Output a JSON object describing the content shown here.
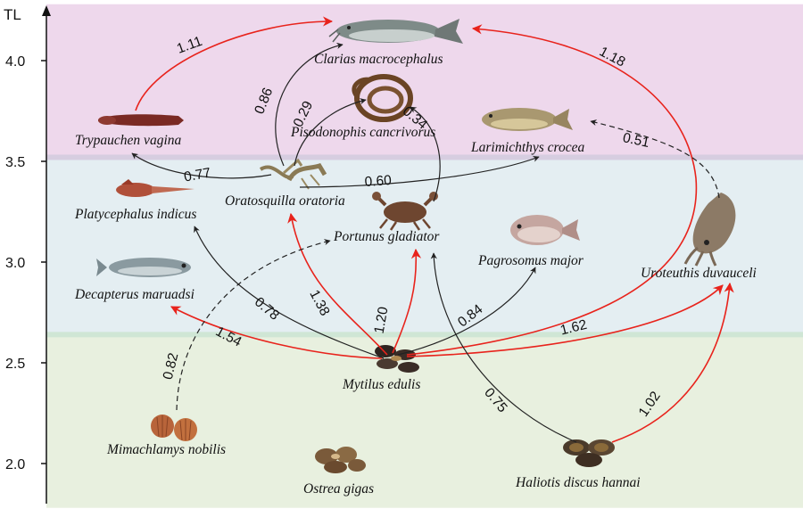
{
  "axis": {
    "title": "TL",
    "ticks": [
      {
        "label": "4.0",
        "value": 4.0
      },
      {
        "label": "3.5",
        "value": 3.5
      },
      {
        "label": "3.0",
        "value": 3.0
      },
      {
        "label": "2.5",
        "value": 2.5
      },
      {
        "label": "2.0",
        "value": 2.0
      }
    ]
  },
  "bands": [
    {
      "name": "upper",
      "color": "#eed8ec",
      "from": 3.52,
      "to": 4.28
    },
    {
      "name": "middle",
      "color": "#e4eef2",
      "from": 2.64,
      "to": 3.52
    },
    {
      "name": "lower",
      "color": "#e8f0df",
      "from": 1.78,
      "to": 2.64
    }
  ],
  "band_edge_colors": [
    "#d6cde0",
    "#cfe6d5"
  ],
  "colors": {
    "red": "#e8231c",
    "black": "#222222"
  },
  "species": [
    {
      "id": "clarias",
      "label": "Clarias macrocephalus",
      "icon": "catfish-icon"
    },
    {
      "id": "trypauchen",
      "label": "Trypauchen vagina",
      "icon": "goby-icon"
    },
    {
      "id": "pisodonophis",
      "label": "Pisodonophis cancrivorus",
      "icon": "eel-icon"
    },
    {
      "id": "larimichthys",
      "label": "Larimichthys crocea",
      "icon": "croaker-icon"
    },
    {
      "id": "oratosquilla",
      "label": "Oratosquilla oratoria",
      "icon": "mantis-shrimp-icon"
    },
    {
      "id": "platycephalus",
      "label": "Platycephalus indicus",
      "icon": "flathead-icon"
    },
    {
      "id": "portunus",
      "label": "Portunus gladiator",
      "icon": "crab-icon"
    },
    {
      "id": "pagrosomus",
      "label": "Pagrosomus major",
      "icon": "seabream-icon"
    },
    {
      "id": "uroteuthis",
      "label": "Uroteuthis duvauceli",
      "icon": "squid-icon"
    },
    {
      "id": "decapterus",
      "label": "Decapterus maruadsi",
      "icon": "scad-icon"
    },
    {
      "id": "mytilus",
      "label": "Mytilus edulis",
      "icon": "mussel-icon"
    },
    {
      "id": "mimachlamys",
      "label": "Mimachlamys nobilis",
      "icon": "scallop-icon"
    },
    {
      "id": "ostrea",
      "label": "Ostrea gigas",
      "icon": "oyster-icon"
    },
    {
      "id": "haliotis",
      "label": "Haliotis discus hannai",
      "icon": "abalone-icon"
    }
  ],
  "links": [
    {
      "from": "trypauchen",
      "to": "clarias",
      "weight": "1.11",
      "color": "red",
      "style": "solid"
    },
    {
      "from": "oratosquilla",
      "to": "clarias",
      "weight": "0.86",
      "color": "black",
      "style": "solid"
    },
    {
      "from": "oratosquilla",
      "to": "pisodonophis",
      "weight": "0.29",
      "color": "black",
      "style": "solid"
    },
    {
      "from": "portunus",
      "to": "pisodonophis",
      "weight": "0.34",
      "color": "black",
      "style": "solid"
    },
    {
      "from": "mytilus",
      "to": "clarias",
      "weight": "1.18",
      "color": "red",
      "style": "solid"
    },
    {
      "from": "uroteuthis",
      "to": "larimichthys",
      "weight": "0.51",
      "color": "black",
      "style": "dashed"
    },
    {
      "from": "oratosquilla",
      "to": "trypauchen",
      "weight": "0.77",
      "color": "black",
      "style": "solid"
    },
    {
      "from": "oratosquilla",
      "to": "larimichthys",
      "weight": "0.60",
      "color": "black",
      "style": "solid"
    },
    {
      "from": "mytilus",
      "to": "platycephalus",
      "weight": "0.78",
      "color": "black",
      "style": "solid"
    },
    {
      "from": "mytilus",
      "to": "oratosquilla",
      "weight": "1.38",
      "color": "red",
      "style": "solid"
    },
    {
      "from": "mytilus",
      "to": "portunus",
      "weight": "1.20",
      "color": "red",
      "style": "solid"
    },
    {
      "from": "mytilus",
      "to": "pagrosomus",
      "weight": "0.84",
      "color": "black",
      "style": "solid"
    },
    {
      "from": "mytilus",
      "to": "decapterus",
      "weight": "1.54",
      "color": "red",
      "style": "solid"
    },
    {
      "from": "mytilus",
      "to": "uroteuthis",
      "weight": "1.62",
      "color": "red",
      "style": "solid"
    },
    {
      "from": "mimachlamys",
      "to": "portunus",
      "weight": "0.82",
      "color": "black",
      "style": "dashed"
    },
    {
      "from": "haliotis",
      "to": "portunus",
      "weight": "0.75",
      "color": "black",
      "style": "solid"
    },
    {
      "from": "haliotis",
      "to": "uroteuthis",
      "weight": "1.02",
      "color": "red",
      "style": "solid"
    }
  ]
}
